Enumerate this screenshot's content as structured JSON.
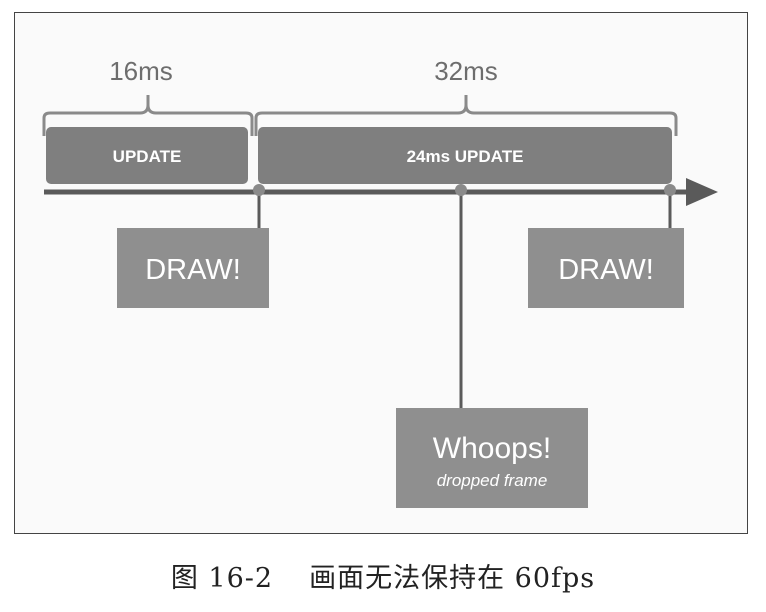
{
  "diagram": {
    "span_16": "16ms",
    "span_32": "32ms",
    "update_label": "UPDATE",
    "update_long_label": "24ms UPDATE",
    "draw_label_1": "DRAW!",
    "draw_label_2": "DRAW!",
    "whoops_title": "Whoops!",
    "whoops_sub": "dropped frame",
    "colors": {
      "bar": "#7f7f7f",
      "box": "#8f8f8f",
      "line": "#5a5a5a",
      "text_on_box": "#ffffff",
      "brace": "#8a8a8a"
    }
  },
  "caption": {
    "number": "图 16-2",
    "text": "画面无法保持在 60fps"
  }
}
